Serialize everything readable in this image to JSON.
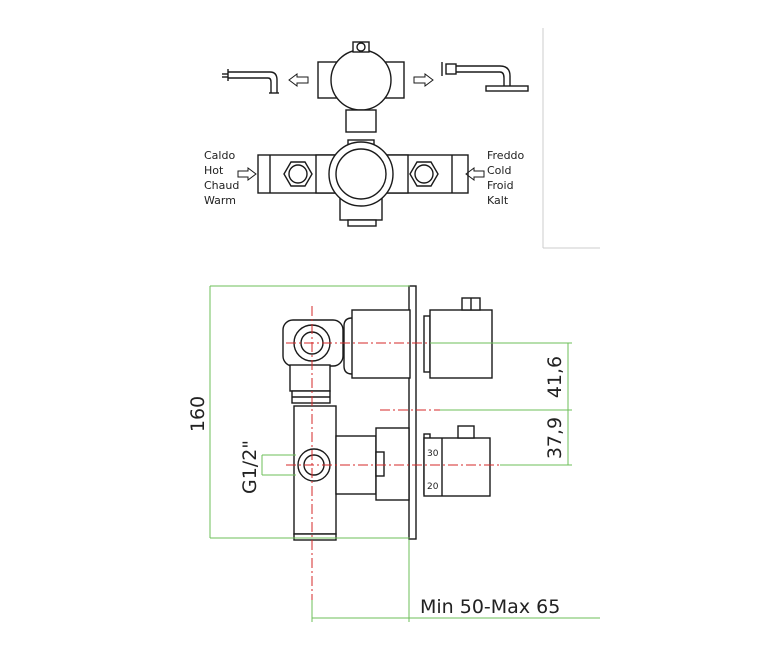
{
  "inlets": {
    "hot": {
      "lines": [
        "Caldo",
        "Hot",
        "Chaud",
        "Warm"
      ]
    },
    "cold": {
      "lines": [
        "Freddo",
        "Cold",
        "Froid",
        "Kalt"
      ]
    }
  },
  "dimensions": {
    "height": "160",
    "upper_spacing": "41,6",
    "lower_spacing": "37,9",
    "thread": "G1/2\"",
    "depth": "Min 50-Max 65"
  },
  "scale": {
    "top": "30",
    "bottom": "20"
  },
  "colors": {
    "line": "#1a1a1a",
    "dimension": "#6dbf5a",
    "axis": "#d62828"
  }
}
